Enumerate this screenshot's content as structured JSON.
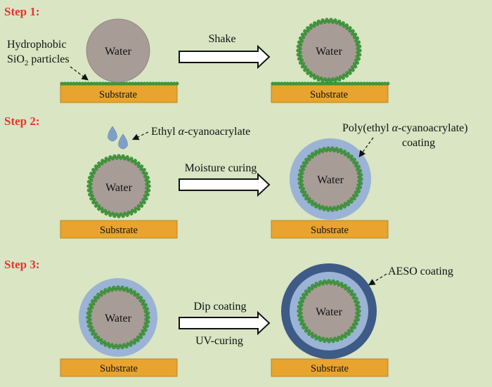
{
  "colors": {
    "background": "#d9e5c3",
    "step_label": "#e0382e",
    "water": "#a89c97",
    "water_stroke": "#8a7f7a",
    "particle": "#3f9a3c",
    "particle_dark": "#2c7a2a",
    "substrate": "#e8a42e",
    "substrate_stroke": "#b07715",
    "pec_coating": "#9bb3d4",
    "aeso_coating": "#3e5a86",
    "droplet": "#7fa0c6"
  },
  "steps": [
    {
      "label": "Step 1:",
      "arrow_label_top": "Shake",
      "arrow_label_bottom": "",
      "before": {
        "water": "Water",
        "substrate": "Substrate"
      },
      "after": {
        "water": "Water",
        "substrate": "Substrate"
      },
      "annotation": {
        "line1": "Hydrophobic",
        "line2_main": "SiO",
        "line2_sub": "2",
        "line2_rest": " particles"
      }
    },
    {
      "label": "Step 2:",
      "arrow_label_top": "Moisture curing",
      "arrow_label_bottom": "",
      "before": {
        "water": "Water",
        "substrate": "Substrate"
      },
      "after": {
        "water": "Water",
        "substrate": "Substrate"
      },
      "reagent": {
        "prefix": "Ethyl ",
        "italic": "α",
        "suffix": "-cyanoacrylate"
      },
      "coating": {
        "line1_prefix": "Poly(ethyl ",
        "line1_italic": "α",
        "line1_suffix": "-cyanoacrylate)",
        "line2": "coating"
      }
    },
    {
      "label": "Step 3:",
      "arrow_label_top": "Dip coating",
      "arrow_label_bottom": "UV-curing",
      "before": {
        "water": "Water",
        "substrate": "Substrate"
      },
      "after": {
        "water": "Water",
        "substrate": "Substrate"
      },
      "coating": {
        "label": "AESO coating"
      }
    }
  ]
}
